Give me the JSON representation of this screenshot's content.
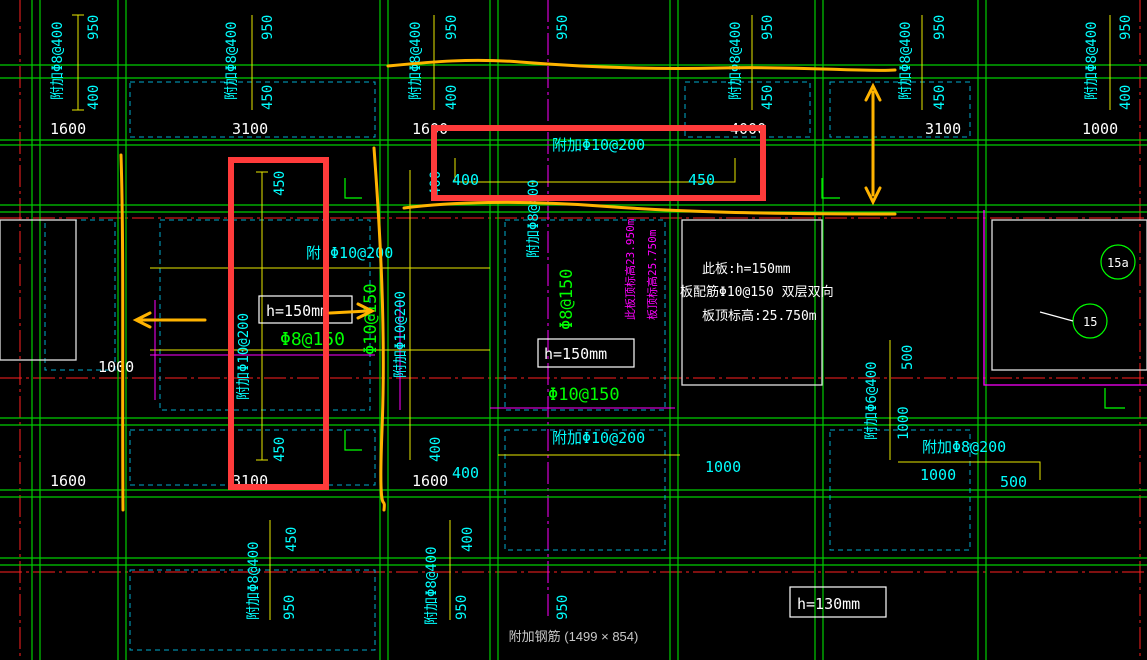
{
  "caption": "附加钢筋 (1499 × 854)",
  "labels": {
    "d950": "950",
    "d400": "400",
    "d450": "450",
    "d500": "500",
    "d1000": "1000",
    "d1600": "1600",
    "d3100": "3100",
    "d4000": "4000",
    "phi8_400": "附加Φ8@400",
    "phi10_200": "附加Φ10@200",
    "phi6_400": "附加Φ6@400",
    "phi8_200": "附加Φ8@200",
    "phi10_200_short": "附.Φ10@200",
    "h150": "h=150mm",
    "h130": "h=130mm",
    "phi8_150": "Φ8@150",
    "phi10_150": "Φ10@150",
    "note_l1": "此板:h=150mm",
    "note_l2": "板配筋Φ10@150 双层双向",
    "note_l3": "板顶标高:25.750m",
    "magenta_a": "此板顶标高23.950m",
    "magenta_b": "板顶标高25.750m",
    "circle_15a": "15a",
    "circle_15": "15"
  },
  "colors": {
    "background": "#000000",
    "grid_green": "#00ff00",
    "dim_yellow": "#e8e800",
    "text_cyan": "#00ffff",
    "axis_red": "#ff2020",
    "magenta": "#ff00ff",
    "highlight_red": "#ff3b3b",
    "markup_orange": "#ffb300",
    "white": "#ffffff"
  }
}
